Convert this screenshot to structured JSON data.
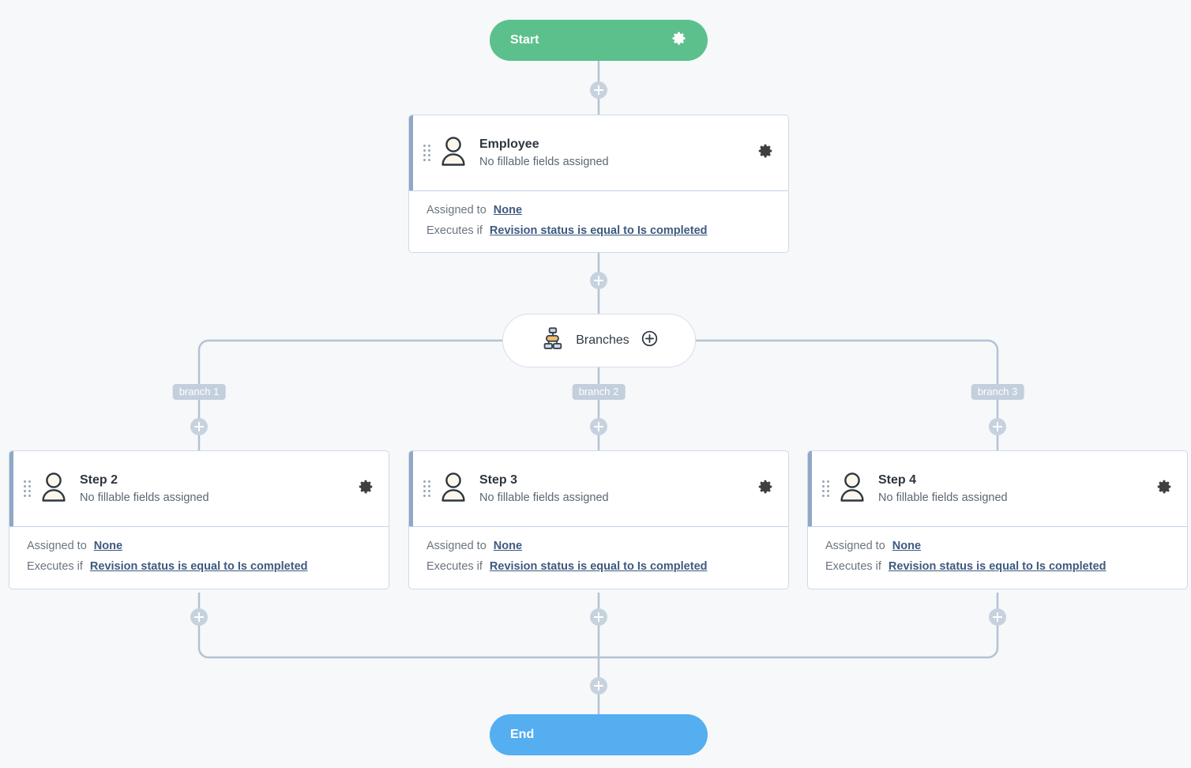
{
  "theme": {
    "background": "#f6f8fa",
    "start_color": "#5cc08c",
    "end_color": "#54aef0",
    "accent_bar": "#8fa8c8",
    "link_color": "#3d5a80",
    "wire_color": "#b4c2d4",
    "badge_color": "#c3cfdd",
    "plus_color": "#c7d2df",
    "branches_icon_accent": "#f5bd6a"
  },
  "start_node": {
    "label": "Start",
    "settings_icon": "gear-icon"
  },
  "end_node": {
    "label": "End"
  },
  "branches_node": {
    "label": "Branches",
    "icon": "sitemap-icon",
    "add_icon": "plus-circle-icon"
  },
  "branch_labels": [
    "branch 1",
    "branch 2",
    "branch 3"
  ],
  "labels": {
    "assigned_to": "Assigned to",
    "executes_if": "Executes if"
  },
  "steps": [
    {
      "title": "Employee",
      "subtitle": "No fillable fields assigned",
      "assigned_to": "None",
      "executes_if": "Revision status is equal to Is completed",
      "icon": "person-icon",
      "drag_handle": "drag-handle-icon",
      "settings_icon": "gear-icon"
    },
    {
      "title": "Step 2",
      "subtitle": "No fillable fields assigned",
      "assigned_to": "None",
      "executes_if": "Revision status is equal to Is completed",
      "icon": "person-icon",
      "drag_handle": "drag-handle-icon",
      "settings_icon": "gear-icon"
    },
    {
      "title": "Step 3",
      "subtitle": "No fillable fields assigned",
      "assigned_to": "None",
      "executes_if": "Revision status is equal to Is completed",
      "icon": "person-icon",
      "drag_handle": "drag-handle-icon",
      "settings_icon": "gear-icon"
    },
    {
      "title": "Step 4",
      "subtitle": "No fillable fields assigned",
      "assigned_to": "None",
      "executes_if": "Revision status is equal to Is completed",
      "icon": "person-icon",
      "drag_handle": "drag-handle-icon",
      "settings_icon": "gear-icon"
    }
  ]
}
